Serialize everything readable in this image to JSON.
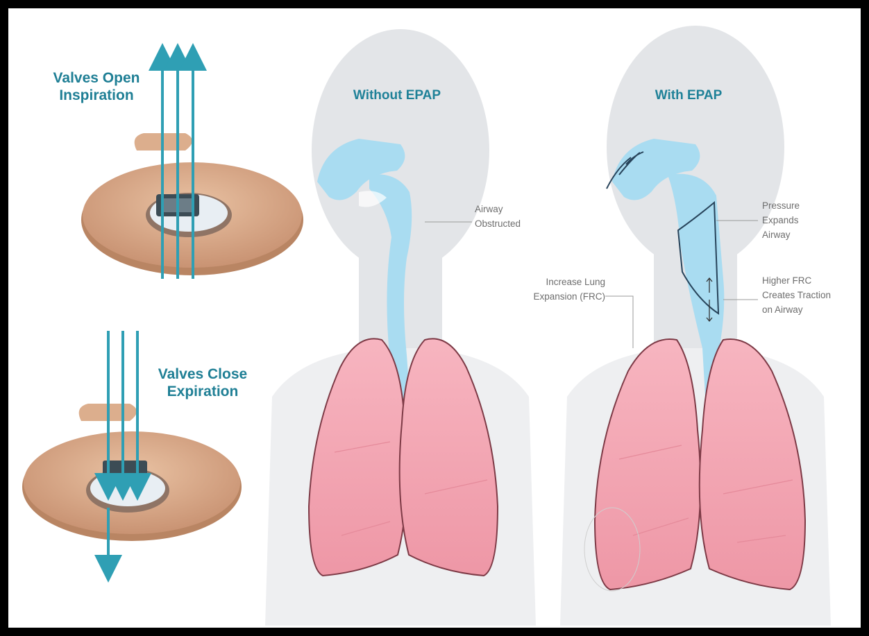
{
  "valve_open": {
    "line1": "Valves Open",
    "line2": "Inspiration"
  },
  "valve_close": {
    "line1": "Valves Close",
    "line2": "Expiration"
  },
  "panel_without": {
    "title": "Without EPAP",
    "callout": {
      "line1": "Airway",
      "line2": "Obstructed"
    }
  },
  "panel_with": {
    "title": "With EPAP",
    "callout_lung": {
      "line1": "Increase Lung",
      "line2": "Expansion (FRC)"
    },
    "callout_pressure": {
      "line1": "Pressure",
      "line2": "Expands",
      "line3": "Airway"
    },
    "callout_frc": {
      "line1": "Higher FRC",
      "line2": "Creates Traction",
      "line3": "on Airway"
    }
  },
  "colors": {
    "arrow": "#2f9fb4",
    "label_text": "#1f7f95",
    "airway": "#a9dcf1",
    "lung_fill": "#f4a7b4",
    "lung_outline": "#7d3a46",
    "silhouette": "#e3e5e8",
    "device": "#d9a783"
  }
}
